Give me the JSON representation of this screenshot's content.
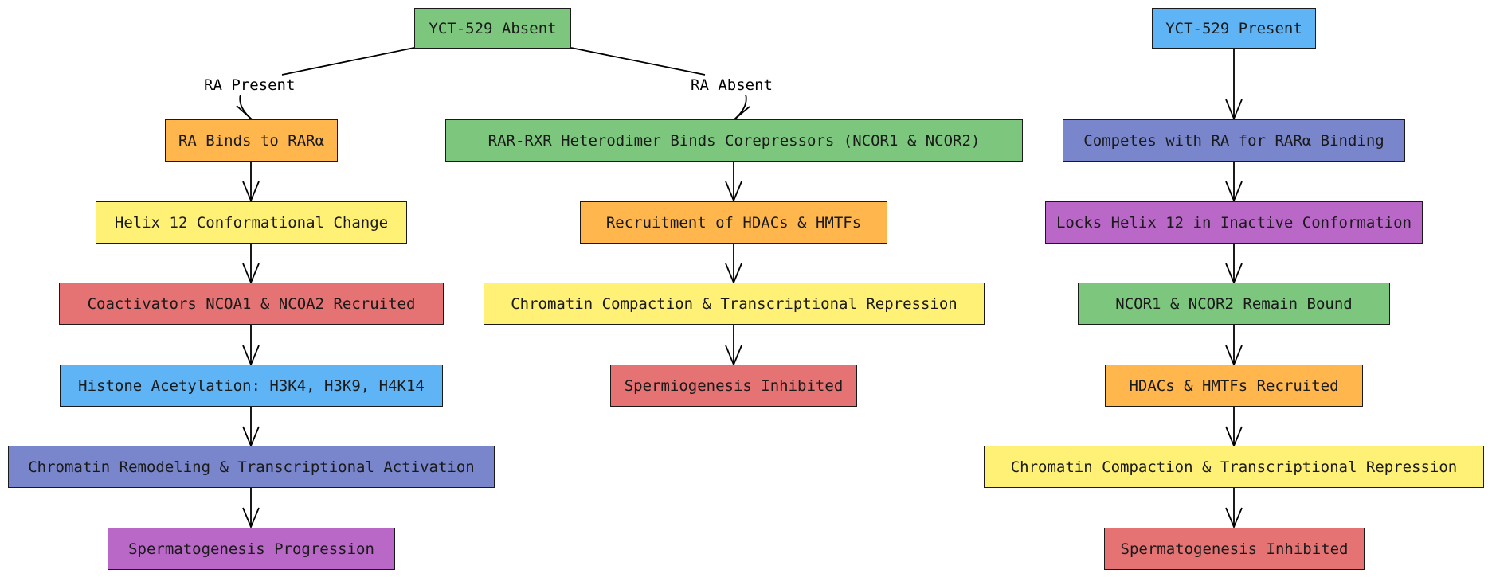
{
  "diagram": {
    "roots": {
      "absent": "YCT-529 Absent",
      "present": "YCT-529 Present"
    },
    "edge_labels": {
      "ra_present": "RA Present",
      "ra_absent": "RA Absent"
    },
    "ra_present_branch": [
      "RA Binds to RARα",
      "Helix 12 Conformational Change",
      "Coactivators NCOA1 & NCOA2 Recruited",
      "Histone Acetylation: H3K4, H3K9, H4K14",
      "Chromatin Remodeling & Transcriptional Activation",
      "Spermatogenesis Progression"
    ],
    "ra_absent_branch": [
      "RAR-RXR Heterodimer Binds Corepressors (NCOR1 & NCOR2)",
      "Recruitment of HDACs & HMTFs",
      "Chromatin Compaction & Transcriptional Repression",
      "Spermiogenesis Inhibited"
    ],
    "yct_present_branch": [
      "Competes with RA for RARα Binding",
      "Locks Helix 12 in Inactive Conformation",
      "NCOR1 & NCOR2 Remain Bound",
      "HDACs & HMTFs Recruited",
      "Chromatin Compaction & Transcriptional Repression",
      "Spermatogenesis Inhibited"
    ],
    "colors": {
      "green": "#7dc67e",
      "blue": "#5fb4f5",
      "orange": "#ffb74d",
      "yellow": "#fff176",
      "red": "#e57373",
      "indigo": "#7986cb",
      "purple": "#ba68c8"
    }
  }
}
